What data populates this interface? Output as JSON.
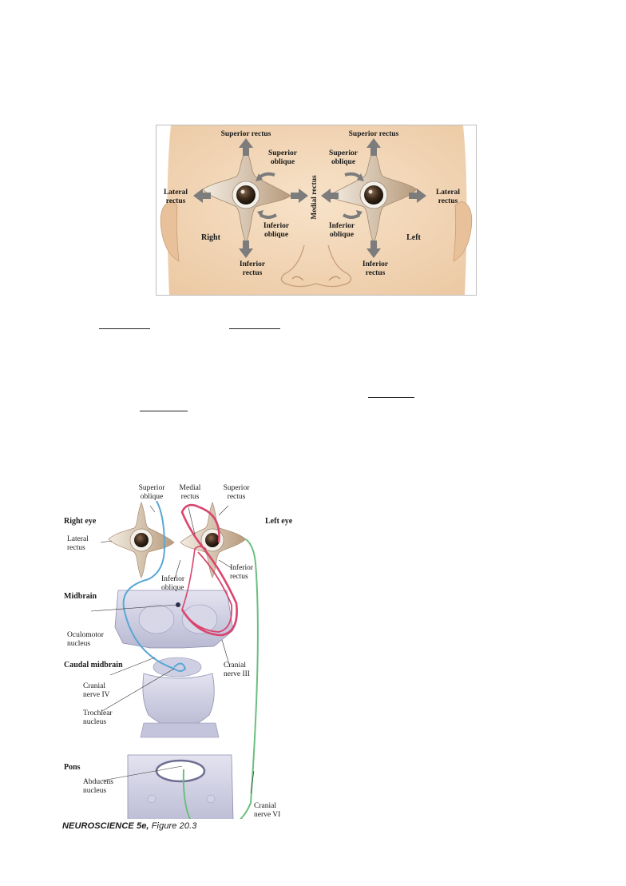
{
  "figure1": {
    "labels": {
      "superior_rectus_right": "Superior rectus",
      "superior_rectus_left": "Superior rectus",
      "superior_oblique_right": [
        "Superior",
        "oblique"
      ],
      "superior_oblique_left": [
        "Superior",
        "oblique"
      ],
      "lateral_rectus_right": [
        "Lateral",
        "rectus"
      ],
      "lateral_rectus_left": [
        "Lateral",
        "rectus"
      ],
      "medial_rectus": "Medial rectus",
      "inferior_oblique_right": [
        "Inferior",
        "oblique"
      ],
      "inferior_oblique_left": [
        "Inferior",
        "oblique"
      ],
      "inferior_rectus_right": [
        "Inferior",
        "rectus"
      ],
      "inferior_rectus_left": [
        "Inferior",
        "rectus"
      ],
      "right": "Right",
      "left": "Left"
    },
    "colors": {
      "skin": "#f4dcc0",
      "skin_shadow": "#e3bf9c",
      "muscle": "#d9c4a8",
      "arrow": "#7c7c7c"
    }
  },
  "figure2": {
    "labels": {
      "superior_oblique": [
        "Superior",
        "oblique"
      ],
      "medial_rectus": [
        "Medial",
        "rectus"
      ],
      "superior_rectus": [
        "Superior",
        "rectus"
      ],
      "right_eye": "Right eye",
      "left_eye": "Left eye",
      "lateral_rectus": [
        "Lateral",
        "rectus"
      ],
      "inferior_rectus": [
        "Inferior",
        "rectus"
      ],
      "inferior_oblique": [
        "Inferior",
        "oblique"
      ],
      "midbrain": "Midbrain",
      "oculomotor_nucleus": [
        "Oculomotor",
        "nucleus"
      ],
      "cranial_nerve_iii": [
        "Cranial",
        "nerve III"
      ],
      "caudal_midbrain": "Caudal midbrain",
      "cranial_nerve_iv": [
        "Cranial",
        "nerve IV"
      ],
      "trochlear_nucleus": [
        "Trochlear",
        "nucleus"
      ],
      "pons": "Pons",
      "abducens_nucleus": [
        "Abducens",
        "nucleus"
      ],
      "cranial_nerve_vi": [
        "Cranial",
        "nerve VI"
      ]
    },
    "caption_bold": "NEUROSCIENCE 5e,",
    "caption_rest": " Figure 20.3",
    "colors": {
      "nerve_iii": "#d9456e",
      "nerve_iv": "#5aa7d4",
      "nerve_vi": "#6cbf7f",
      "brain": "#c8c8e0"
    }
  }
}
